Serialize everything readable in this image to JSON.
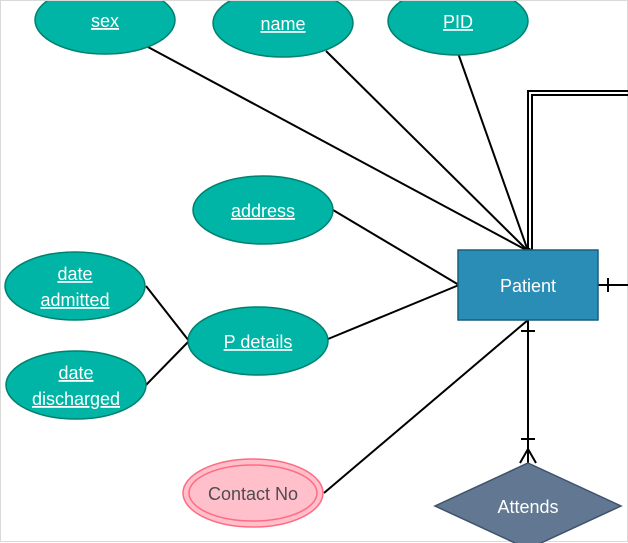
{
  "entity": {
    "label": "Patient"
  },
  "attributes": {
    "sex": "sex",
    "name": "name",
    "pid": "PID",
    "address": "address",
    "p_details": "P details",
    "date_admitted": [
      "date",
      "admitted"
    ],
    "date_discharged": [
      "date",
      "discharged"
    ]
  },
  "multivalued_attribute": {
    "label": "Contact No"
  },
  "relationship": {
    "label": "Attends"
  },
  "colors": {
    "attribute_fill": "#00b5a5",
    "attribute_stroke": "#00806f",
    "entity_fill": "#2a8db5",
    "entity_stroke": "#1a5f7e",
    "multivalued_fill": "#ffc0cb",
    "multivalued_stroke": "#ff6b82",
    "relationship_fill": "#617792",
    "relationship_stroke": "#3f526b",
    "line": "#000000"
  }
}
